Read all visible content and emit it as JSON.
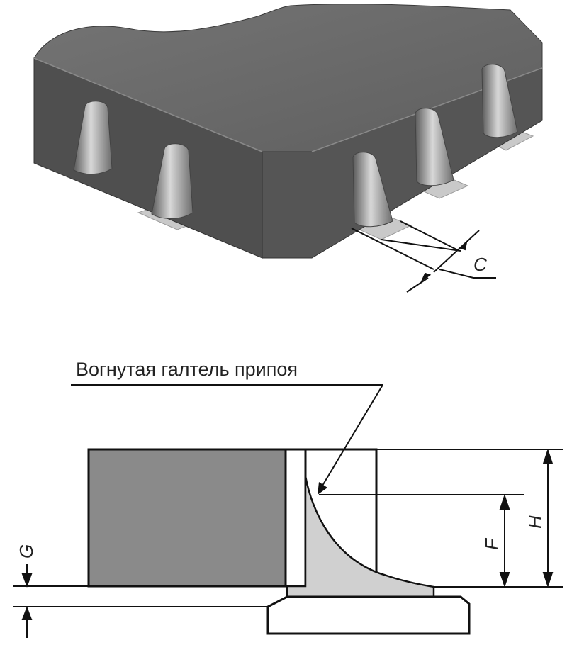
{
  "caption": "Вогнутая галтель припоя",
  "dimensions": {
    "c": "C",
    "h": "H",
    "f": "F",
    "g": "G"
  },
  "colors": {
    "package_top": "#6a6a6a",
    "package_side": "#4c4c4c",
    "pad": "#c8c8c8",
    "solder_fillet": "#cfcfcf",
    "body_section": "#8a8a8a",
    "line": "#111111"
  }
}
